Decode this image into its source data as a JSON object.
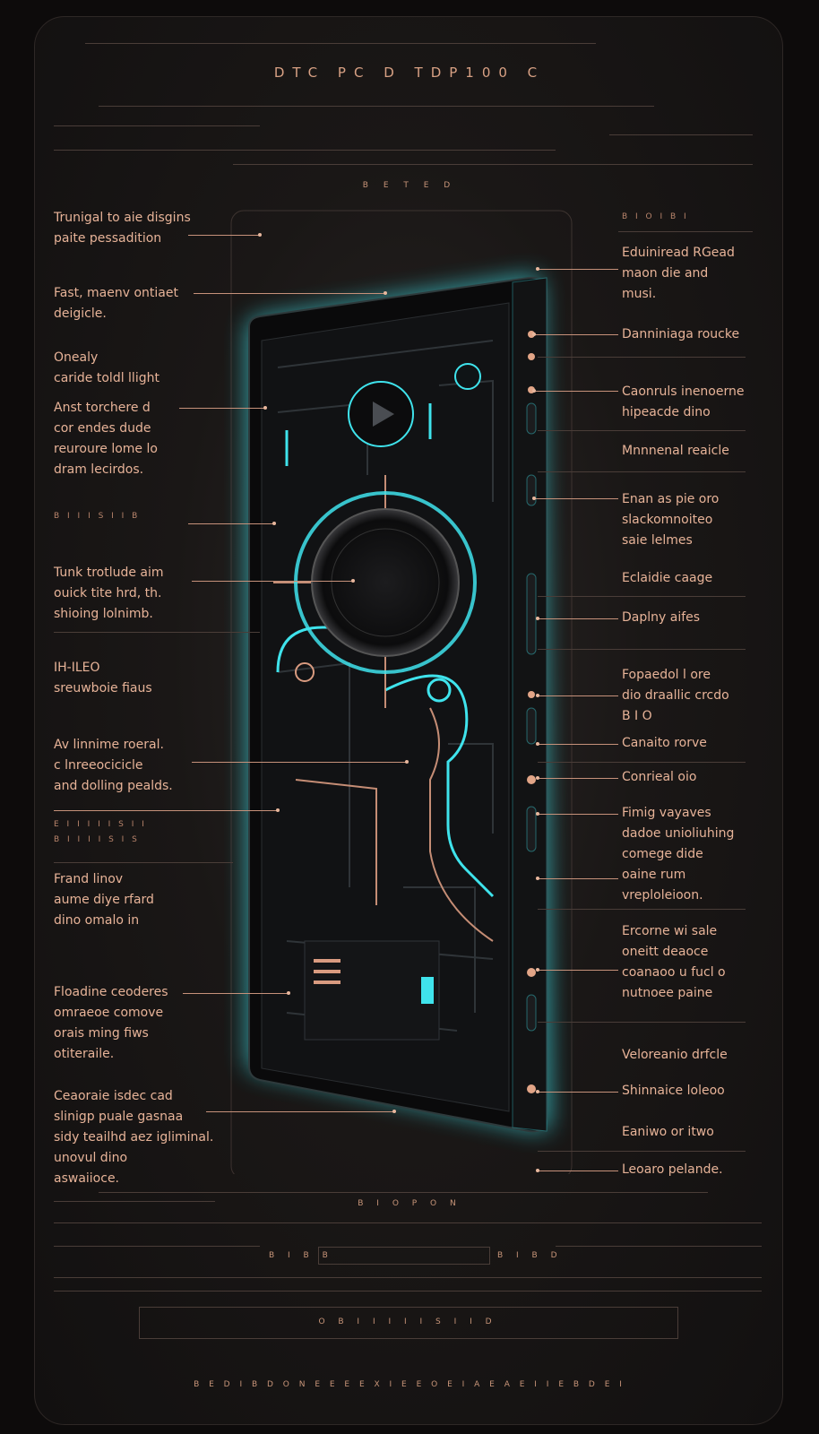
{
  "header": {
    "title": "DTC PC D TDP100 C",
    "subtitle": "B E T E D"
  },
  "left_labels": [
    "Trunigal to aie disgins\npaite pessadition",
    "Fast, maenv ontiaet\ndeigicle.",
    "Onealy\ncaride toldl llight",
    "Anst torchere d\ncor endes dude\nreuroure lome lo\ndram lecirdos.",
    "B I I I S I I B",
    "Tunk trotlude aim\nouick tite hrd, th.\nshioing lolnimb.",
    "IH-ILEO\nsreuwboie fiaus",
    "Av linnime roeral.\nc lnreeocicicle\nand dolling pealds.",
    "E I I I I I S I I\nB I I I I S I S",
    "Frand linov\naume diye rfard\ndino omalo in",
    "Floadine ceoderes\nomraeoe comove\norais ming fiws\notiteraile.",
    "Ceaoraie isdec cad\nslinigp puale gasnaa\nsidy teailhd aez igliminal.\nunovul dino\naswaiioce."
  ],
  "right_labels": [
    "B I O I B I",
    "Eduiniread RGead\nmaon die and\nmusi.",
    "Danniniaga roucke",
    "Caonruls inenoerne\nhipeacde dino",
    "Mnnnenal reaicle",
    "Enan as pie oro\nslackomnoiteo\nsaie lelmes",
    "Eclaidie caage",
    "Daplny aifes",
    "Fopaedol l ore\ndio draallic crcdo\nB I O",
    "Canaito rorve",
    "Conrieal oio",
    "Fimig vayaves\ndadoe unioliuhing\ncomege dide\noaine rum\nvreploleioon.",
    "Ercorne wi sale\noneitt deaoce\ncoanaoo u fucl o\nnutnoee paine",
    "Veloreanio drfcle",
    "Shinnaice loleoo",
    "Eaniwo or itwo",
    "Leoaro pelande."
  ],
  "footer": {
    "center_code": "B I O P O N",
    "bar_left": "B I B B",
    "bar_right": "B I B D",
    "box_code": "O B I I I I I S I I D",
    "bottom_line": "B E D I B   D O N E E E E   X   I E E O E I A E   A E I I E   B   D E   I"
  },
  "colors": {
    "glow": "#3fe3ec",
    "copper": "#e2a587",
    "body": "#0b0b0c",
    "text": "#e7b398"
  },
  "icons": [
    "play-icon",
    "speaker-icon",
    "camera-lens-icon",
    "port-icon"
  ]
}
